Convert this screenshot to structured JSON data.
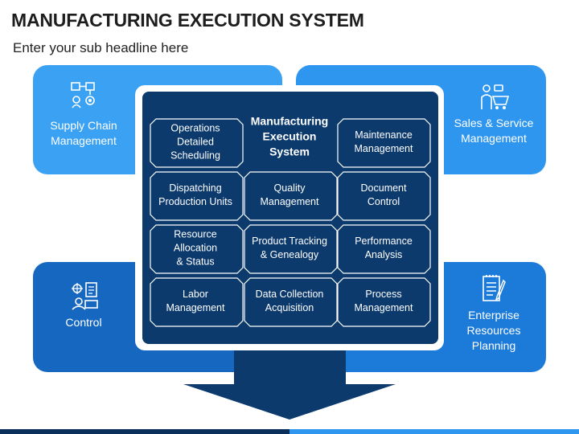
{
  "title": "MANUFACTURING EXECUTION SYSTEM",
  "subtitle": "Enter your sub headline here",
  "colors": {
    "light_blue": "#3aa1f3",
    "medium_blue": "#1c7ad9",
    "dark_blue": "#1667bf",
    "navy": "#0c3a6d"
  },
  "sides": {
    "top_left": {
      "label_1": "Supply Chain",
      "label_2": "Management",
      "icon": "supply-chain-icon"
    },
    "top_right": {
      "label_1": "Sales & Service",
      "label_2": "Management",
      "icon": "sales-service-icon"
    },
    "bottom_left": {
      "label_1": "Control",
      "icon": "control-icon"
    },
    "bottom_right": {
      "label_1": "Enterprise",
      "label_2": "Resources",
      "label_3": "Planning",
      "icon": "document-icon"
    }
  },
  "center": {
    "heading": [
      "Manufacturing",
      "Execution",
      "System"
    ],
    "cells": [
      [
        "Operations",
        "Detailed",
        "Scheduling"
      ],
      [
        "Maintenance",
        "Management"
      ],
      [
        "Dispatching",
        "Production Units"
      ],
      [
        "Quality",
        "Management"
      ],
      [
        "Document",
        "Control"
      ],
      [
        "Resource",
        "Allocation",
        "& Status"
      ],
      [
        "Product Tracking",
        "& Genealogy"
      ],
      [
        "Performance",
        "Analysis"
      ],
      [
        "Labor",
        "Management"
      ],
      [
        "Data Collection",
        "Acquisition"
      ],
      [
        "Process",
        "Management"
      ]
    ]
  }
}
